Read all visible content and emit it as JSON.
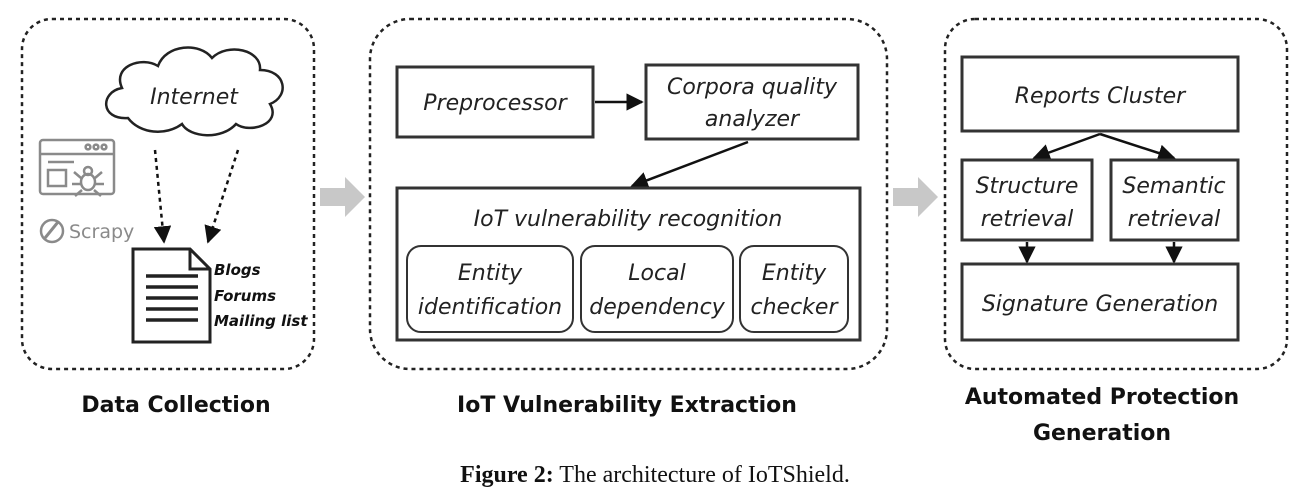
{
  "sections": {
    "collection": {
      "label": "Data Collection",
      "cloud": "Internet",
      "scrapy": "Scrapy",
      "doc_labels": [
        "Blogs",
        "Forums",
        "Mailing list"
      ]
    },
    "extraction": {
      "label": "IoT Vulnerability Extraction",
      "preprocessor": "Preprocessor",
      "analyzer": [
        "Corpora quality",
        "analyzer"
      ],
      "recognition_title": "IoT vulnerability recognition",
      "modules": [
        [
          "Entity",
          "identification"
        ],
        [
          "Local",
          "dependency"
        ],
        [
          "Entity",
          "checker"
        ]
      ]
    },
    "protection": {
      "label": [
        "Automated Protection",
        "Generation"
      ],
      "reports_cluster": "Reports Cluster",
      "structure": [
        "Structure",
        "retrieval"
      ],
      "semantic": [
        "Semantic",
        "retrieval"
      ],
      "signature": "Signature Generation"
    }
  },
  "caption": {
    "prefix": "Figure 2:",
    "text": "The architecture of IoTShield."
  },
  "colors": {
    "stroke": "#333333",
    "arrow_gray": "#c8c8c8",
    "icon_gray": "#8a8a8a"
  }
}
